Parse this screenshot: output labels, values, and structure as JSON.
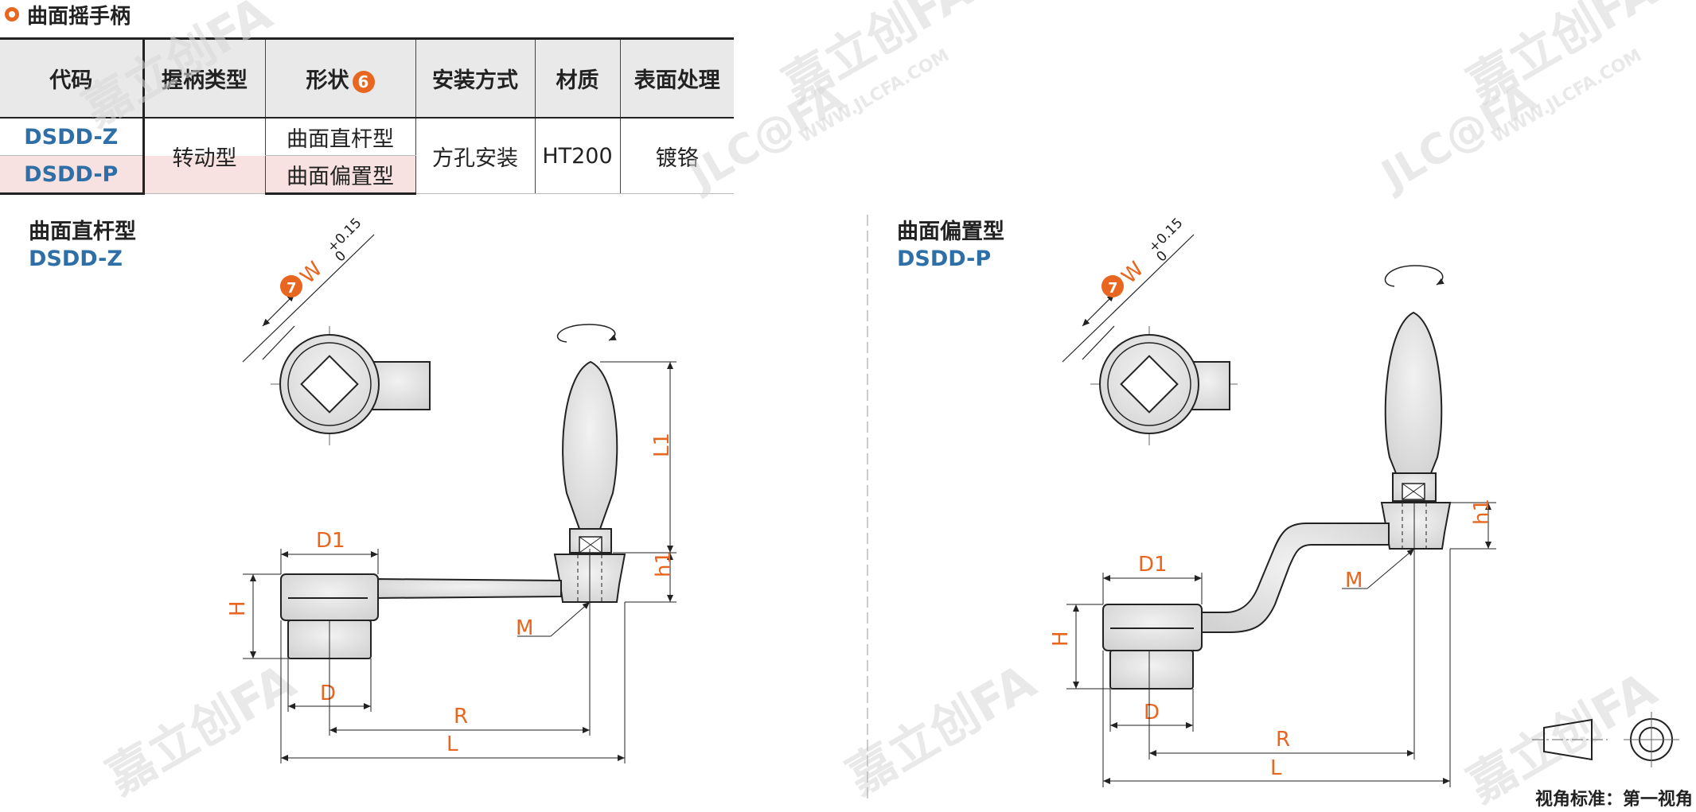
{
  "title": "曲面摇手柄",
  "table": {
    "headers": [
      "代码",
      "握柄类型",
      "形状",
      "安装方式",
      "材质",
      "表面处理"
    ],
    "shape_badge": "6",
    "rows": [
      {
        "code": "DSDD-Z",
        "grip": "转动型",
        "shape": "曲面直杆型",
        "mount": "方孔安装",
        "material": "HT200",
        "finish": "镀铬"
      },
      {
        "code": "DSDD-P",
        "shape": "曲面偏置型"
      }
    ]
  },
  "left_view": {
    "name": "曲面直杆型",
    "code": "DSDD-Z"
  },
  "right_view": {
    "name": "曲面偏置型",
    "code": "DSDD-P"
  },
  "dimensions": {
    "w_badge": "7",
    "w": "W",
    "w_tol_upper": "+0.15",
    "w_tol_lower": "0",
    "d1": "D1",
    "d": "D",
    "h": "H",
    "h1": "h1",
    "l1": "L1",
    "m": "M",
    "r": "R",
    "l": "L"
  },
  "view_standard": "视角标准：第一视角",
  "watermark": {
    "brand": "嘉立创FA",
    "site": "WWW.JLCFA.COM",
    "logo": "JLC@FA"
  },
  "colors": {
    "accent": "#e8661f",
    "code_blue": "#2d6fa6",
    "header_bg": "#e9e9e9",
    "highlight": "#f8e1e1"
  }
}
